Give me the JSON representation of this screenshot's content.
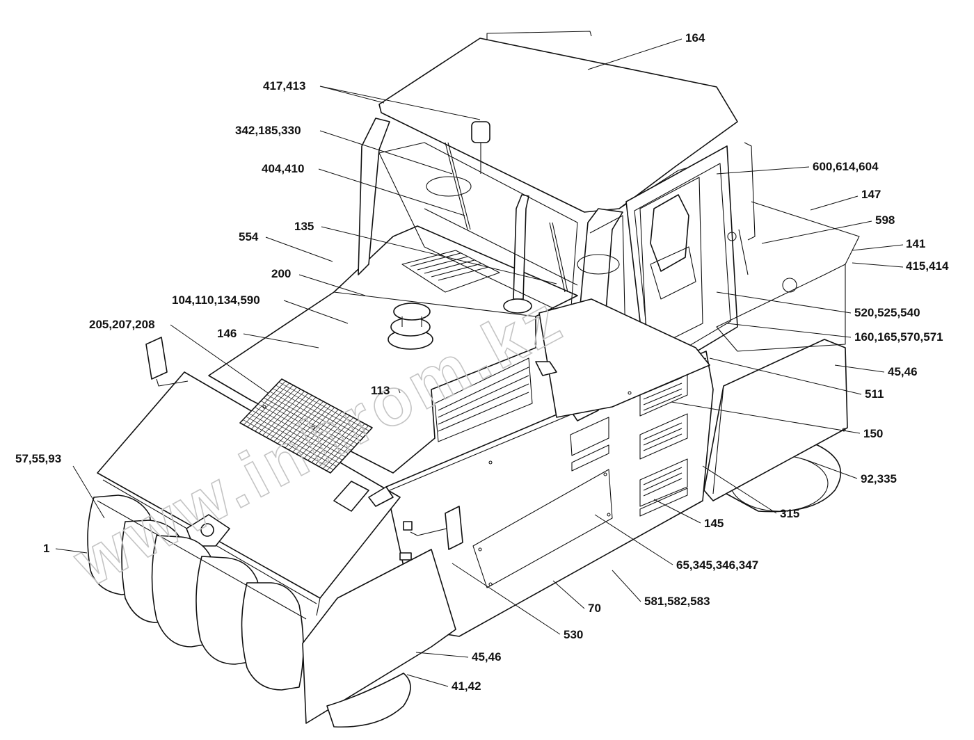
{
  "watermark": "www.inhrom.kz",
  "callouts": [
    {
      "id": "c164",
      "text": "164"
    },
    {
      "id": "c417",
      "text": "417,413"
    },
    {
      "id": "c342",
      "text": "342,185,330"
    },
    {
      "id": "c404",
      "text": "404,410"
    },
    {
      "id": "c600",
      "text": "600,614,604"
    },
    {
      "id": "c147",
      "text": "147"
    },
    {
      "id": "c598",
      "text": "598"
    },
    {
      "id": "c141",
      "text": "141"
    },
    {
      "id": "c415",
      "text": "415,414"
    },
    {
      "id": "c135",
      "text": "135"
    },
    {
      "id": "c554",
      "text": "554"
    },
    {
      "id": "c200",
      "text": "200"
    },
    {
      "id": "c104",
      "text": "104,110,134,590"
    },
    {
      "id": "c205",
      "text": "205,207,208"
    },
    {
      "id": "c146",
      "text": "146"
    },
    {
      "id": "c520",
      "text": "520,525,540"
    },
    {
      "id": "c160",
      "text": "160,165,570,571"
    },
    {
      "id": "c45r",
      "text": "45,46"
    },
    {
      "id": "c511",
      "text": "511"
    },
    {
      "id": "c113",
      "text": "113"
    },
    {
      "id": "c150",
      "text": "150"
    },
    {
      "id": "c57",
      "text": "57,55,93"
    },
    {
      "id": "c92",
      "text": "92,335"
    },
    {
      "id": "c315",
      "text": "315"
    },
    {
      "id": "c145",
      "text": "145"
    },
    {
      "id": "c1",
      "text": "1"
    },
    {
      "id": "c65",
      "text": "65,345,346,347"
    },
    {
      "id": "c581",
      "text": "581,582,583"
    },
    {
      "id": "c70",
      "text": "70"
    },
    {
      "id": "c530",
      "text": "530"
    },
    {
      "id": "c45b",
      "text": "45,46"
    },
    {
      "id": "c41",
      "text": "41,42"
    }
  ]
}
